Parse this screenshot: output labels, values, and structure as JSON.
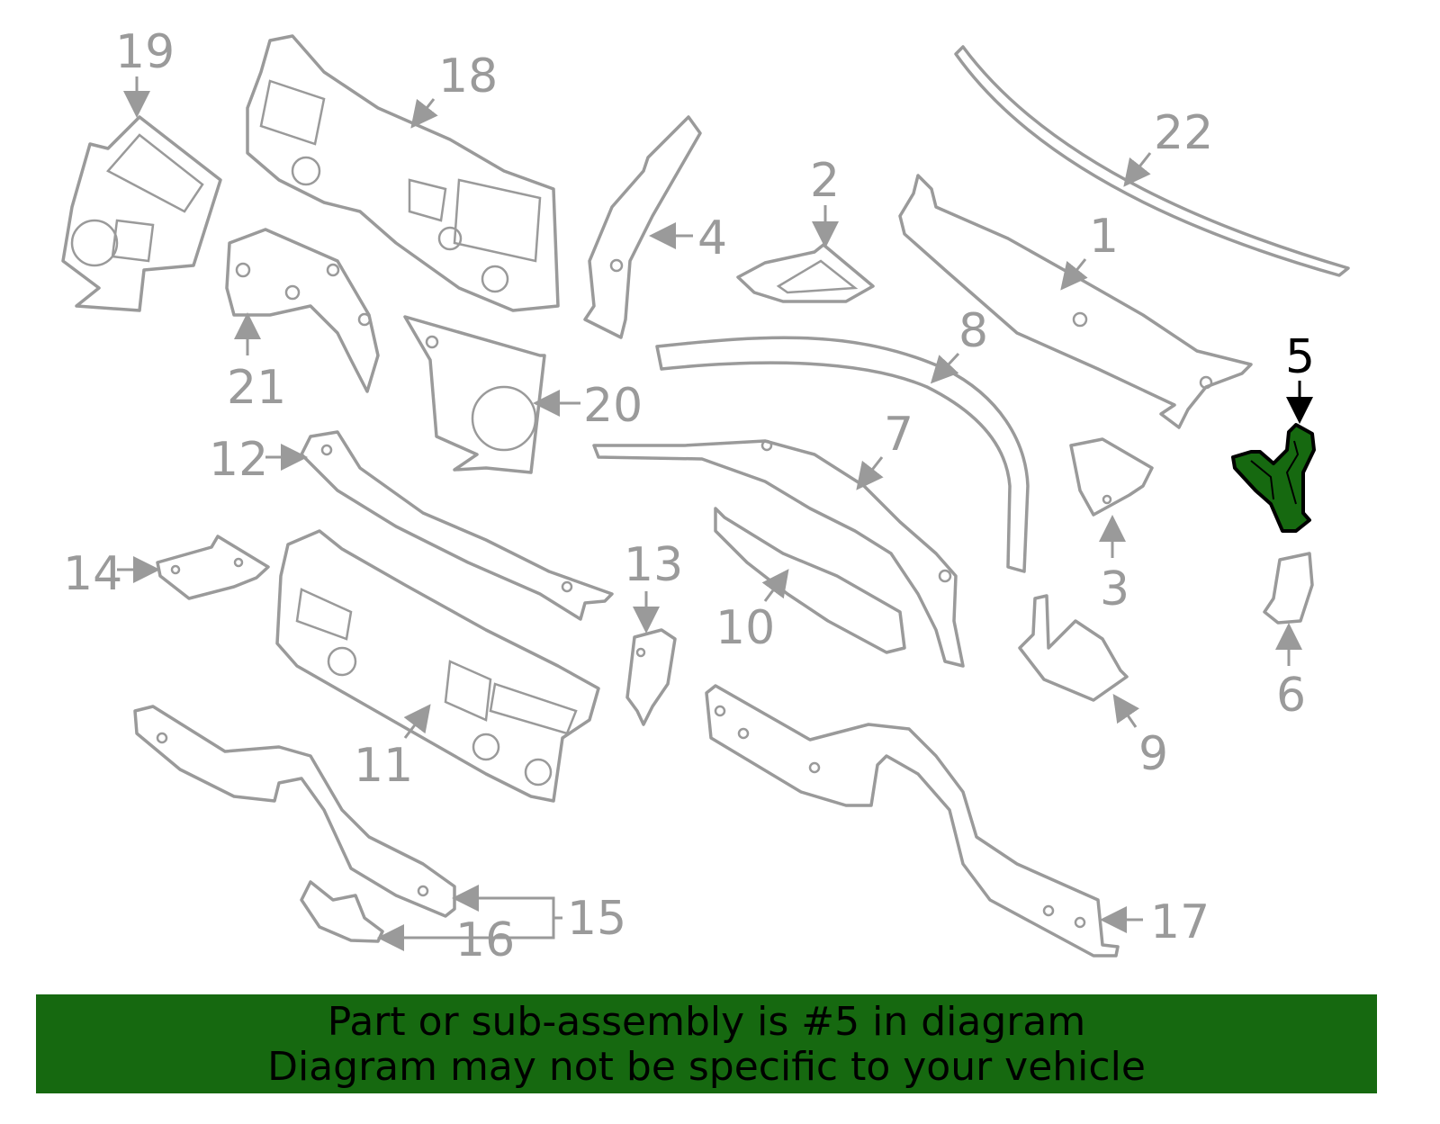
{
  "diagram": {
    "selected_part": "5",
    "labels": [
      "1",
      "2",
      "3",
      "4",
      "5",
      "6",
      "7",
      "8",
      "9",
      "10",
      "11",
      "12",
      "13",
      "14",
      "15",
      "16",
      "17",
      "18",
      "19",
      "20",
      "21",
      "22"
    ],
    "highlight_color": "#166910",
    "line_color": "#9a9a9a"
  },
  "banner": {
    "line1": "Part or sub-assembly is #5 in diagram",
    "line2": "Diagram may not be specific to your vehicle",
    "background": "#166910"
  }
}
